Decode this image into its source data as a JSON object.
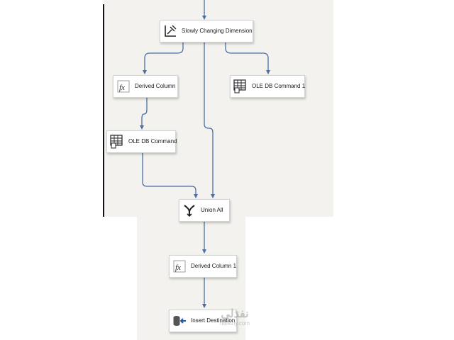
{
  "designer": {
    "nodes": {
      "scd": {
        "label": "Slowly Changing Dimension",
        "icon": "slowly-changing-dimension-icon"
      },
      "derived_column": {
        "label": "Derived Column",
        "icon": "derived-column-icon"
      },
      "ole_db_command_1": {
        "label": "OLE DB Command 1",
        "icon": "ole-db-command-icon"
      },
      "ole_db_command": {
        "label": "OLE DB Command",
        "icon": "ole-db-command-icon"
      },
      "union_all": {
        "label": "Union All",
        "icon": "union-all-icon"
      },
      "derived_column_1": {
        "label": "Derived Column 1",
        "icon": "derived-column-icon"
      },
      "insert_destination": {
        "label": "Insert Destination",
        "icon": "ole-db-destination-icon"
      }
    }
  },
  "watermark": {
    "main": "نفذلي",
    "sub": "nafezly.com"
  },
  "colors": {
    "canvas": "#f3f2ee",
    "connector": "#4a6fa5",
    "node_border": "#d4d4d4"
  }
}
